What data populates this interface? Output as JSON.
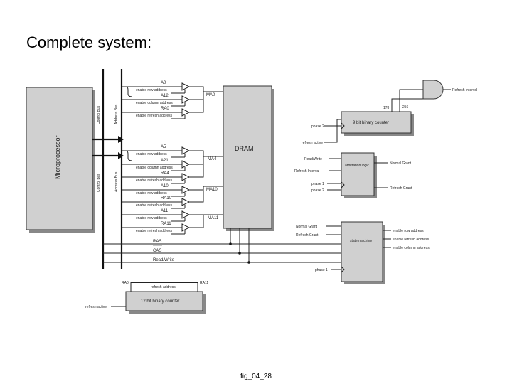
{
  "slide": {
    "title": "Complete system:",
    "caption": "fig_04_28"
  },
  "diagram": {
    "microprocessor": "Microprocessor",
    "control_bus_label": "Control Bus",
    "address_bus_label": "Address Bus",
    "dram": "DRAM",
    "counter9": "9 bit binary counter",
    "counter12": "12 bit binary counter",
    "arbitration": "arbitration logic",
    "state_machine": "state machine",
    "refresh_interval_out": "Refresh Interval",
    "count_178": "178",
    "count_256": "256",
    "phase2_counter": "phase 2",
    "refresh_active_top": "refresh active",
    "read_write_in": "Read/Write",
    "refresh_interval_in": "Refresh Interval",
    "phase1_arb": "phase 1",
    "phase2_arb": "phase 2",
    "normal_grant_out": "Normal Grant",
    "refresh_grant_out": "Refresh Grant",
    "normal_grant_in": "Normal Grant",
    "refresh_grant_in": "Refresh Grant",
    "phase1_sm": "phase 1",
    "enable_row_out": "enable row address",
    "enable_refresh_out": "enable refresh address",
    "enable_column_out": "enable column address",
    "ras": "RAS",
    "cas": "CAS",
    "read_write_line": "Read/Write",
    "ra0_bottom": "RA0",
    "ra11_bottom": "RA11",
    "refresh_address": "refresh address",
    "refresh_active_bottom": "refresh active",
    "ma0": "MA0",
    "ma4": "MA4",
    "ma10": "MA10",
    "ma11": "MA11",
    "mux_labels": [
      {
        "sig": "A0",
        "en": "enable row address"
      },
      {
        "sig": "A12",
        "en": "enable column address"
      },
      {
        "sig": "RA0",
        "en": "enable refresh address"
      },
      {
        "sig": "A5",
        "en": "enable row address"
      },
      {
        "sig": "A21",
        "en": "enable column address"
      },
      {
        "sig": "RA4",
        "en": "enable refresh address"
      },
      {
        "sig": "A10",
        "en": "enable row address"
      },
      {
        "sig": "RA10",
        "en": "enable refresh address"
      },
      {
        "sig": "A11",
        "en": "enable row address"
      },
      {
        "sig": "RA11",
        "en": "enable refresh address"
      }
    ]
  }
}
